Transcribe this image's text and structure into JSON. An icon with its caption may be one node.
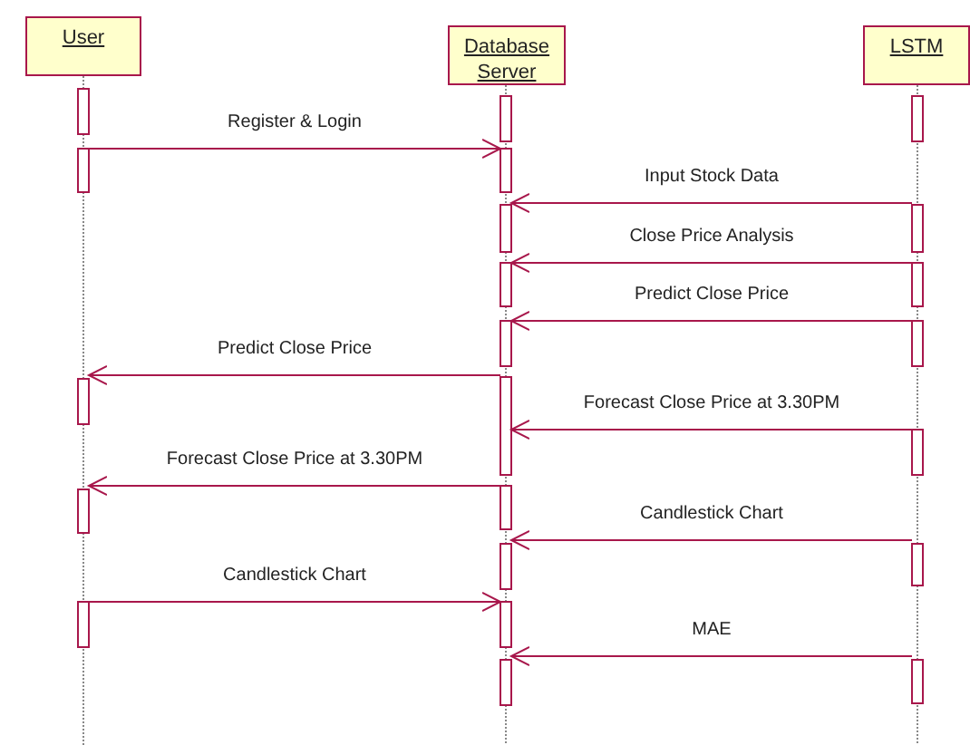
{
  "diagram": {
    "nodes": [
      {
        "text": [
          "User"
        ]
      },
      {
        "text": [
          "Database Server"
        ]
      },
      {
        "text": [
          "LSTM"
        ]
      }
    ],
    "edges": [
      {
        "from": 0,
        "to": 1,
        "arrow": "to",
        "label": "Register & Login"
      },
      {
        "from": 2,
        "to": 1,
        "arrow": "to",
        "label": "Input Stock Data"
      },
      {
        "from": 2,
        "to": 1,
        "arrow": "to",
        "label": "Close Price Analysis"
      },
      {
        "from": 2,
        "to": 1,
        "arrow": "to",
        "label": "Predict Close Price"
      },
      {
        "from": 1,
        "to": 0,
        "arrow": "to",
        "label": "Predict Close Price"
      },
      {
        "from": 2,
        "to": 1,
        "arrow": "to",
        "label": "Forecast Close Price at 3.30PM"
      },
      {
        "from": 1,
        "to": 0,
        "arrow": "to",
        "label": "Forecast Close Price at 3.30PM"
      },
      {
        "from": 2,
        "to": 1,
        "arrow": "to",
        "label": "Candlestick Chart"
      },
      {
        "from": 0,
        "to": 1,
        "arrow": "to",
        "label": "Candlestick Chart"
      },
      {
        "from": 2,
        "to": 1,
        "arrow": "to",
        "label": "MAE"
      }
    ]
  }
}
